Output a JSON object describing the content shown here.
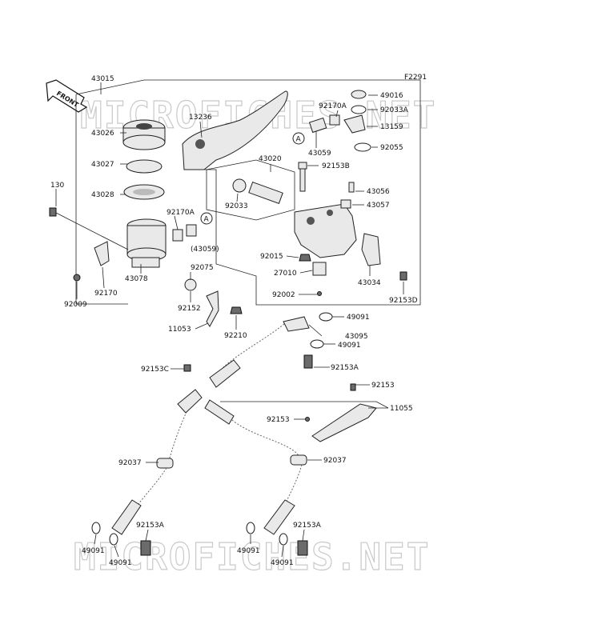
{
  "figure_code": "F2291",
  "front_label": "FRONT",
  "watermark": "MICROFICHES.NET",
  "marker_a": "A",
  "labels": {
    "l_43015": "43015",
    "l_43026": "43026",
    "l_43027": "43027",
    "l_43028": "43028",
    "l_130": "130",
    "l_43078": "43078",
    "l_92009": "92009",
    "l_92170": "92170",
    "l_92170A_left": "92170A",
    "l_43059_paren": "(43059)",
    "l_13236": "13236",
    "l_43020": "43020",
    "l_92033": "92033",
    "l_92170A_top": "92170A",
    "l_43059": "43059",
    "l_49016": "49016",
    "l_92033A": "92033A",
    "l_13159": "13159",
    "l_92055": "92055",
    "l_92153B": "92153B",
    "l_43056": "43056",
    "l_43057": "43057",
    "l_92015": "92015",
    "l_27010": "27010",
    "l_92002": "92002",
    "l_43034": "43034",
    "l_92153D": "92153D",
    "l_92075": "92075",
    "l_92152": "92152",
    "l_11053": "11053",
    "l_92210": "92210",
    "l_49091_a": "49091",
    "l_43095": "43095",
    "l_49091_b": "49091",
    "l_92153C": "92153C",
    "l_92153A_mid": "92153A",
    "l_92153_right": "92153",
    "l_11055": "11055",
    "l_92153_mid": "92153",
    "l_92037_left": "92037",
    "l_92037_right": "92037",
    "l_92153A_left": "92153A",
    "l_92153A_right": "92153A",
    "l_49091_ll1": "49091",
    "l_49091_ll2": "49091",
    "l_49091_rl1": "49091",
    "l_49091_rl2": "49091"
  },
  "colors": {
    "line": "#222222",
    "part_fill": "#e9e9e9",
    "watermark": "#c9c9c9"
  }
}
